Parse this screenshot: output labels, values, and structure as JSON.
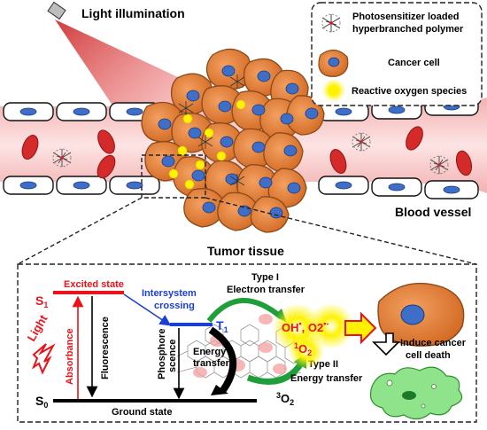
{
  "top": {
    "light_illumination": "Light illumination",
    "tumor_tissue": "Tumor tissue",
    "blood_vessel": "Blood vessel"
  },
  "legend": {
    "polymer_line1": "Photosensitizer loaded",
    "polymer_line2": "hyperbranched polymer",
    "cancer_cell": "Cancer cell",
    "ros": "Reactive oxygen species"
  },
  "jablonski": {
    "s1": "S",
    "s1_sub": "1",
    "s0": "S",
    "s0_sub": "0",
    "t1": "T",
    "t1_sub": "1",
    "excited_state": "Excited state",
    "ground_state": "Ground state",
    "intersystem_line1": "Intersystem",
    "intersystem_line2": "crossing",
    "light": "Light",
    "absorbance": "Absorbance",
    "fluorescence": "Fluorescence",
    "phosphore_line1": "Phosphore",
    "phosphore_line2": "scence",
    "energy_transfer_line1": "Energy",
    "energy_transfer_line2": "transfer",
    "type1_line1": "Type I",
    "type1_line2": "Electron transfer",
    "type2_line1": "Type II",
    "type2_line2": "Energy transfer",
    "oh": "OH",
    "o2_minus": "O2",
    "singlet_o2": "1O2",
    "singlet_sup": "1",
    "singlet_base": "O",
    "singlet_sub": "2",
    "triplet_sup": "3",
    "triplet_base": "O",
    "triplet_sub": "2",
    "induce_line1": "Induce cancer",
    "induce_line2": "cell death"
  },
  "colors": {
    "cell_orange": "#e07b35",
    "cell_stroke": "#8a4a1a",
    "nucleus_blue": "#3f6ec8",
    "vessel_pink": "#f6c7c7",
    "rbc_red": "#d42a2a",
    "ros_yellow": "#fff200",
    "excited_red": "#e8131b",
    "isc_blue": "#1a3fd6",
    "arrow_green": "#1f9e3a",
    "dead_cell_green": "#8fe38a"
  }
}
